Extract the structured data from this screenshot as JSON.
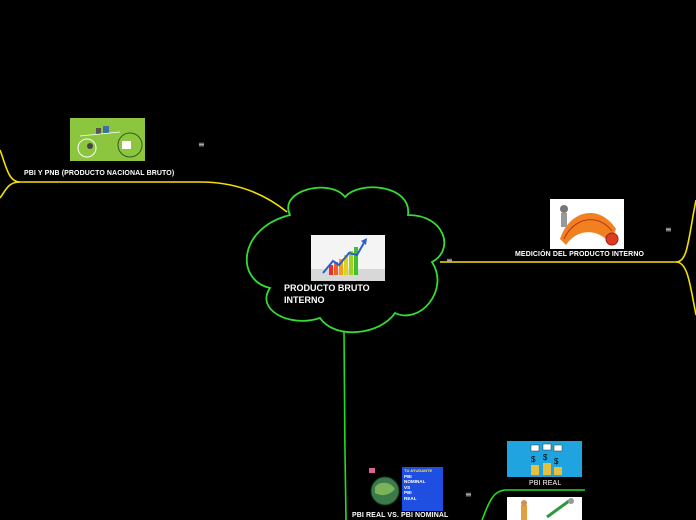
{
  "central": {
    "title": "PRODUCTO BRUTO INTERNO",
    "icon": "growth-bar-chart-icon"
  },
  "topics": {
    "pbi_pnb": {
      "label": "PBI Y PNB (PRODUCTO NACIONAL BRUTO)",
      "icon": "economy-cycle-illustration"
    },
    "medicion": {
      "label": "MEDICIÓN DEL PRODUCTO INTERNO",
      "icon": "measuring-tape-illustration"
    },
    "real_nominal": {
      "label": "PBI REAL VS. PBI NOMINAL",
      "icon": "globe-illustration",
      "image_caption": [
        "TU AYUDANTE",
        "PBI",
        "NOMINAL",
        "VS",
        "PBI",
        "REAL"
      ]
    },
    "pbi_real": {
      "label": "PBI REAL",
      "icon": "coins-growth-illustration"
    }
  },
  "menu_glyph": "≡",
  "colors": {
    "branch_yellow": "#f5e000",
    "branch_green": "#22dd22",
    "cloud_stroke": "#33dd33"
  }
}
